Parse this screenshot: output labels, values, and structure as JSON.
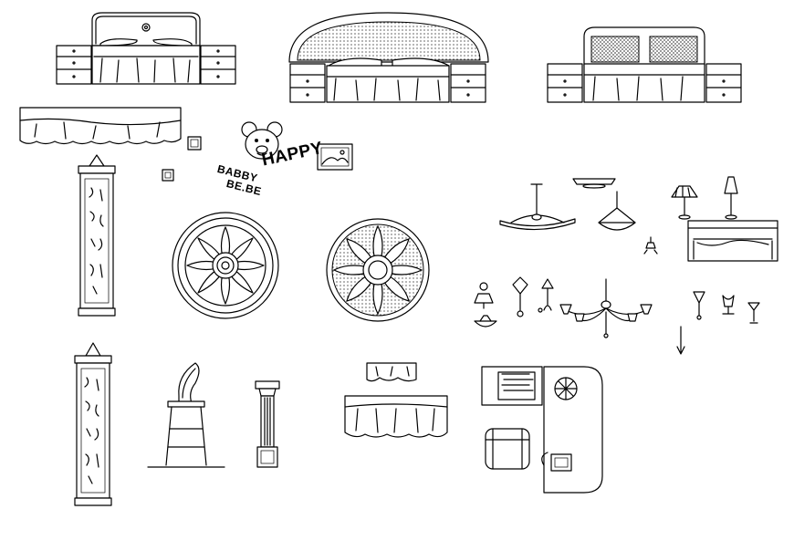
{
  "drawing": {
    "sticker_text": {
      "line1": "BABBY",
      "line2": "BE.BE",
      "line3": "HAPPY"
    },
    "stroke_color": "#000000",
    "background_color": "#ffffff"
  }
}
